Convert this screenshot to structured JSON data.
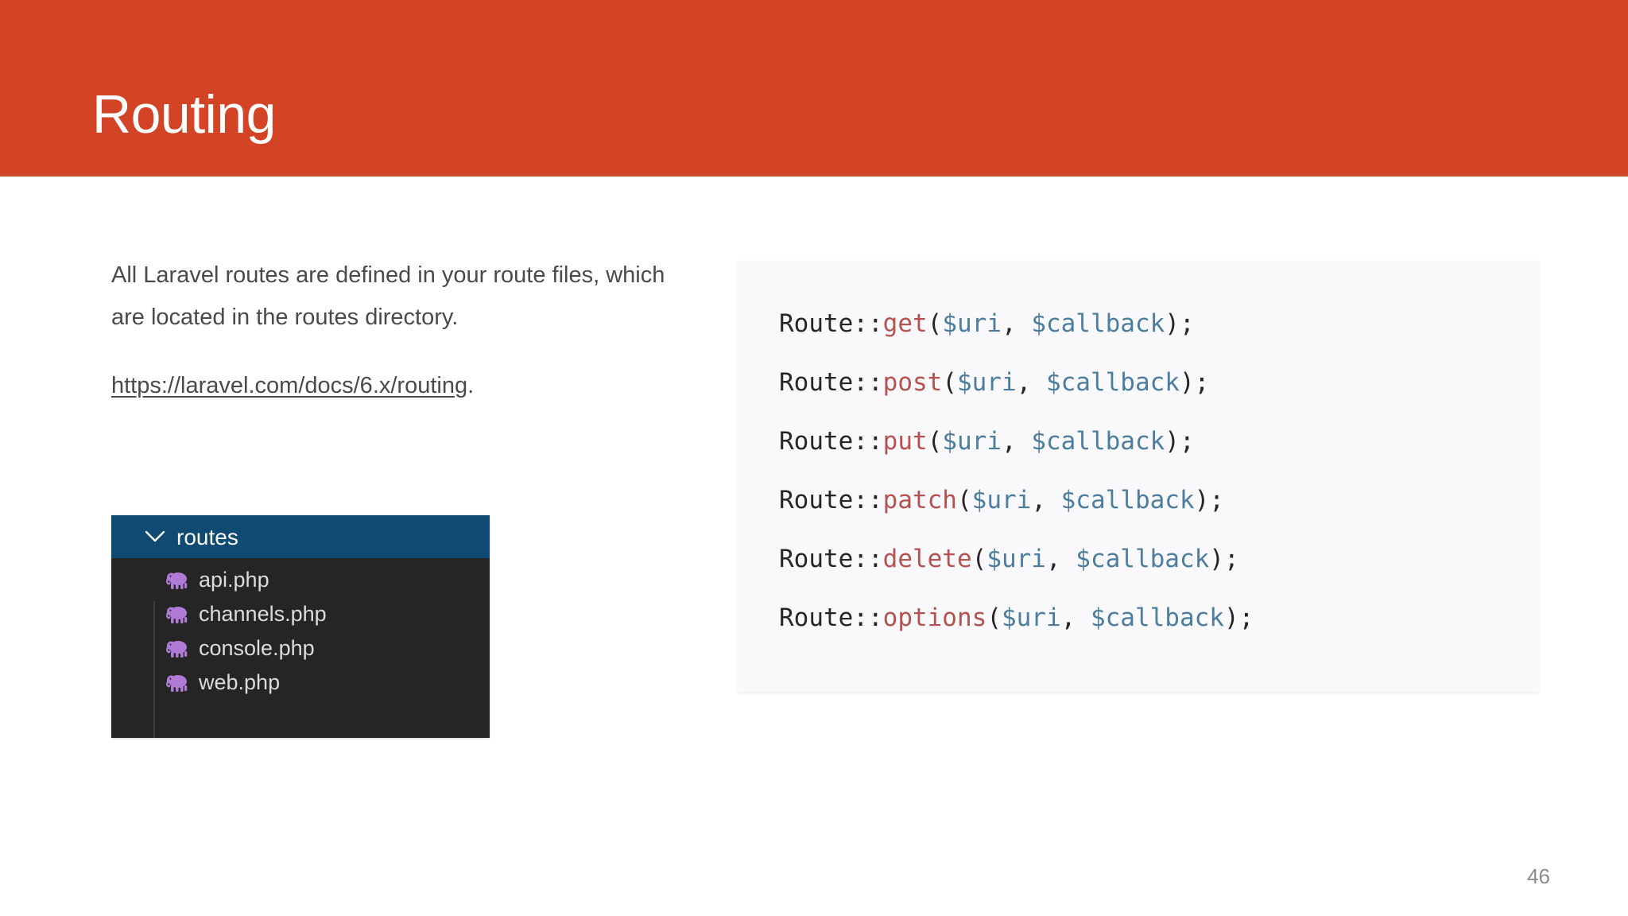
{
  "slide": {
    "title": "Routing",
    "banner_color": "#d24425",
    "page_number": "46"
  },
  "content": {
    "paragraph": "All Laravel routes are defined in your route files, which are located in the routes directory.",
    "link": {
      "text": "https://laravel.com/docs/6.x/routing",
      "trailing": "."
    }
  },
  "file_tree": {
    "chevron_icon": "chevron-down-icon",
    "folder_label": "routes",
    "folder_color": "#0f4a72",
    "panel_color": "#252526",
    "files": [
      {
        "name": "api.php",
        "icon": "php-elephant-icon"
      },
      {
        "name": "channels.php",
        "icon": "php-elephant-icon"
      },
      {
        "name": "console.php",
        "icon": "php-elephant-icon"
      },
      {
        "name": "web.php",
        "icon": "php-elephant-icon"
      }
    ]
  },
  "code_block": {
    "background": "#f9f9fb",
    "colors": {
      "class": "#262626",
      "method": "#b5524f",
      "variable": "#4d7e9e",
      "punctuation": "#262626"
    },
    "lines": [
      {
        "class": "Route::",
        "method": "get",
        "open": "(",
        "arg1": "$uri",
        "sep": ", ",
        "arg2": "$callback",
        "close": ");"
      },
      {
        "class": "Route::",
        "method": "post",
        "open": "(",
        "arg1": "$uri",
        "sep": ", ",
        "arg2": "$callback",
        "close": ");"
      },
      {
        "class": "Route::",
        "method": "put",
        "open": "(",
        "arg1": "$uri",
        "sep": ", ",
        "arg2": "$callback",
        "close": ");"
      },
      {
        "class": "Route::",
        "method": "patch",
        "open": "(",
        "arg1": "$uri",
        "sep": ", ",
        "arg2": "$callback",
        "close": ");"
      },
      {
        "class": "Route::",
        "method": "delete",
        "open": "(",
        "arg1": "$uri",
        "sep": ", ",
        "arg2": "$callback",
        "close": ");"
      },
      {
        "class": "Route::",
        "method": "options",
        "open": "(",
        "arg1": "$uri",
        "sep": ", ",
        "arg2": "$callback",
        "close": ");"
      }
    ]
  }
}
